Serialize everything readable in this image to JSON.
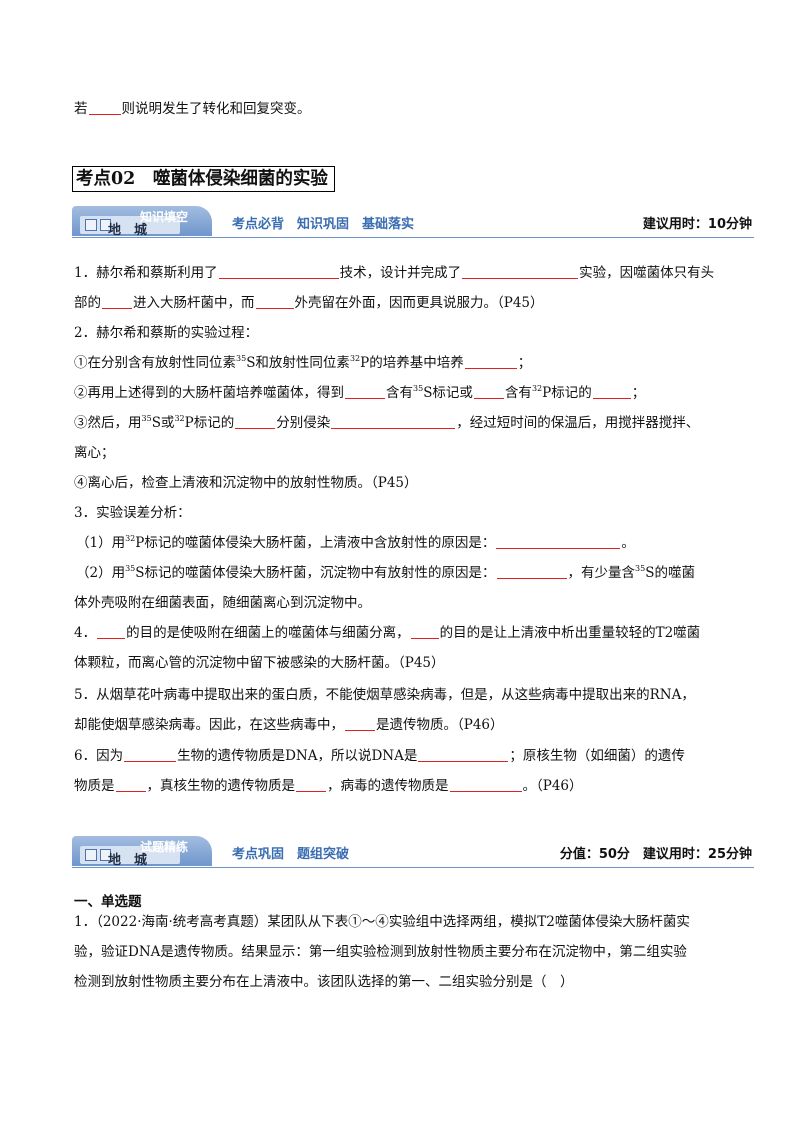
{
  "top_line": {
    "pre": "若",
    "post": "则说明发生了转化和回复突变。"
  },
  "section_title": "考点02　噬菌体侵染细菌的实验",
  "banner1": {
    "tab_a": "地　城",
    "tab_b": "知识填空",
    "slogan": "考点必背　知识巩固　基础落实",
    "time": "建议用时：10分钟"
  },
  "q1": {
    "a": "1．赫尔希和蔡斯利用了",
    "b": "技术，设计并完成了",
    "c": "实验，因噬菌体只有头",
    "d": "部的",
    "e": "进入大肠杆菌中，而",
    "f": "外壳留在外面，因而更具说服力。（P45）"
  },
  "q2": {
    "title": "2．赫尔希和蔡斯的实验过程：",
    "s1a": "①在分别含有放射性同位素",
    "iso35": "35",
    "s1b": "S和放射性同位素",
    "iso32": "32",
    "s1c": "P的培养基中培养",
    "s1d": "；",
    "s2a": "②再用上述得到的大肠杆菌培养噬菌体，得到",
    "s2b": "含有",
    "s2c": "S标记或",
    "s2d": "含有",
    "s2e": "P标记的",
    "s2f": "；",
    "s3a": "③然后，用",
    "s3b": "S或",
    "s3c": "P标记的",
    "s3d": "分别侵染",
    "s3e": "，经过短时间的保温后，用搅拌器搅拌、",
    "s3f": "离心；",
    "s4": "④离心后，检查上清液和沉淀物中的放射性物质。（P45）"
  },
  "q3": {
    "title": "3．实验误差分析：",
    "p1a": "（1）用",
    "p1b": "P标记的噬菌体侵染大肠杆菌，上清液中含放射性的原因是：",
    "p1c": "。",
    "p2a": "（2）用",
    "p2b": "S标记的噬菌体侵染大肠杆菌，沉淀物中有放射性的原因是：",
    "p2c": "，有少量含",
    "p2d": "S的噬菌",
    "p2e": "体外壳吸附在细菌表面，随细菌离心到沉淀物中。"
  },
  "q4": {
    "a": "4．",
    "b": "的目的是使吸附在细菌上的噬菌体与细菌分离，",
    "c": "的目的是让上清液中析出重量较轻的T2噬菌",
    "d": "体颗粒，而离心管的沉淀物中留下被感染的大肠杆菌。（P45）"
  },
  "q5": {
    "a": "5．从烟草花叶病毒中提取出来的蛋白质，不能使烟草感染病毒，但是，从这些病毒中提取出来的RNA，",
    "b": "却能使烟草感染病毒。因此，在这些病毒中，",
    "c": "是遗传物质。（P46）"
  },
  "q6": {
    "a": "6．因为",
    "b": "生物的遗传物质是DNA，所以说DNA是",
    "c": "；原核生物（如细菌）的遗传",
    "d": "物质是",
    "e": "，真核生物的遗传物质是",
    "f": "，病毒的遗传物质是",
    "g": "。（P46）"
  },
  "banner2": {
    "tab_a": "地　城",
    "tab_b": "试题精练",
    "slogan": "考点巩固　题组突破",
    "time": "分值：50分　建议用时：25分钟"
  },
  "single_choice_heading": "一、单选题",
  "problem1": {
    "l1": "1．（2022·海南·统考高考真题）某团队从下表①～④实验组中选择两组，模拟T2噬菌体侵染大肠杆菌实",
    "l2": "验，验证DNA是遗传物质。结果显示：第一组实验检测到放射性物质主要分布在沉淀物中，第二组实验",
    "l3": "检测到放射性物质主要分布在上清液中。该团队选择的第一、二组实验分别是（　）"
  }
}
